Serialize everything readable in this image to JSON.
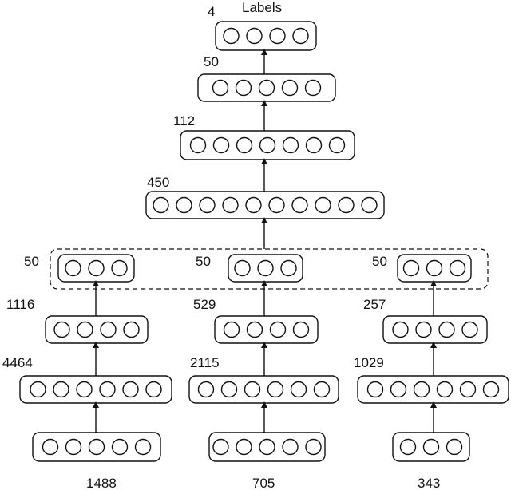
{
  "title": "Labels",
  "colors": {
    "stroke": "#111111",
    "background": "#ffffff"
  },
  "layers": [
    {
      "id": "input-a",
      "size": "1488",
      "nodes": 5
    },
    {
      "id": "input-b",
      "size": "705",
      "nodes": 5
    },
    {
      "id": "input-c",
      "size": "343",
      "nodes": 3
    },
    {
      "id": "hidden1-a",
      "size": "4464",
      "nodes": 6
    },
    {
      "id": "hidden1-b",
      "size": "2115",
      "nodes": 6
    },
    {
      "id": "hidden1-c",
      "size": "1029",
      "nodes": 6
    },
    {
      "id": "hidden2-a",
      "size": "1116",
      "nodes": 4
    },
    {
      "id": "hidden2-b",
      "size": "529",
      "nodes": 4
    },
    {
      "id": "hidden2-c",
      "size": "257",
      "nodes": 4
    },
    {
      "id": "code-a",
      "size": "50",
      "nodes": 3
    },
    {
      "id": "code-b",
      "size": "50",
      "nodes": 3
    },
    {
      "id": "code-c",
      "size": "50",
      "nodes": 3
    },
    {
      "id": "merged-1",
      "size": "450",
      "nodes": 10
    },
    {
      "id": "merged-2",
      "size": "112",
      "nodes": 7
    },
    {
      "id": "merged-3",
      "size": "50",
      "nodes": 5
    },
    {
      "id": "output",
      "size": "4",
      "nodes": 4
    }
  ]
}
